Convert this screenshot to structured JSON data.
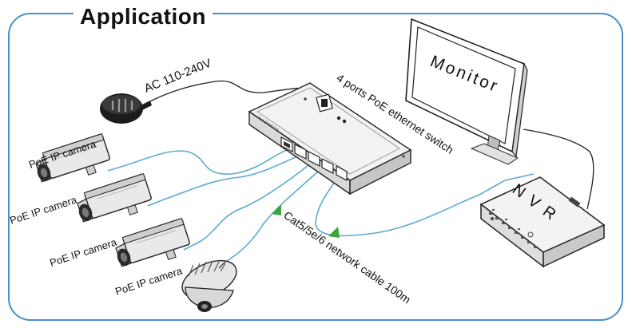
{
  "header": {
    "title": "Application"
  },
  "power": {
    "label": "AC 110-240V"
  },
  "switch": {
    "label": "4 ports PoE ethernet switch"
  },
  "monitor": {
    "label": "Monitor"
  },
  "nvr": {
    "label": "N V R"
  },
  "cable": {
    "label": "Cat5/5e/6 network cable 100m"
  },
  "cameras": [
    {
      "label": "PoE IP camera"
    },
    {
      "label": "PoE IP camera"
    },
    {
      "label": "PoE IP camera"
    },
    {
      "label": "PoE IP camera"
    }
  ],
  "colors": {
    "frame": "#4a8fc9",
    "cable": "#5aa9d6",
    "arrow": "#3aa63a"
  },
  "icons": [
    "power-plug-icon",
    "switch-icon",
    "monitor-icon",
    "nvr-icon",
    "bullet-camera-icon",
    "dome-camera-icon",
    "arrow-up-icon"
  ]
}
